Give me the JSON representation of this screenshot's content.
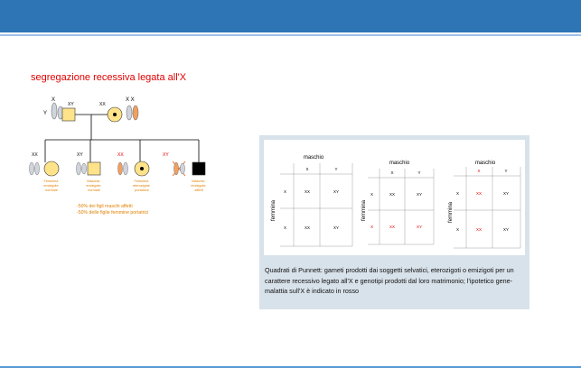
{
  "slide": {
    "title": "segregazione recessiva legata all'X",
    "pedigree": {
      "parents": [
        {
          "genotype": "XY",
          "chrom_top": "X",
          "chrom_side": "Y"
        },
        {
          "genotype": "XX",
          "chrom_top": "X X"
        }
      ],
      "children": [
        {
          "genotype": "XX",
          "label_lines": [
            "Femmina",
            "emizigote",
            "normale"
          ]
        },
        {
          "genotype": "XY",
          "label_lines": [
            "Maschio",
            "emizigote",
            "normale"
          ]
        },
        {
          "genotype": "XX",
          "label_lines": [
            "Femmina",
            "eterozigote",
            "portatrice"
          ]
        },
        {
          "genotype": "XY",
          "label_lines": [
            "Maschio",
            "emizigote",
            "affetti"
          ]
        }
      ],
      "note_lines": [
        "-50% dei figli maschi affetti",
        "-50% delle figlie femmine portatrici"
      ]
    },
    "punnett": {
      "row_axis_label": "femmina",
      "col_axis_label": "maschio",
      "squares": [
        {
          "cols": [
            "X",
            "Y"
          ],
          "rows": [
            "X",
            "X"
          ],
          "cells": [
            [
              "XX",
              "XY"
            ],
            [
              "XX",
              "XY"
            ]
          ]
        },
        {
          "cols": [
            "X",
            "Y"
          ],
          "rows": [
            "X",
            "X"
          ],
          "cells": [
            [
              "XX",
              "XY"
            ],
            [
              "XX",
              "XY"
            ]
          ]
        },
        {
          "cols": [
            "X",
            "Y"
          ],
          "rows": [
            "X",
            "X"
          ],
          "cells": [
            [
              "XX",
              "XY"
            ],
            [
              "XX",
              "XY"
            ]
          ]
        }
      ],
      "caption": "Quadrati di Punnett: gameti prodotti dai soggetti selvatici, eterozigoti o emizigoti per un carattere recessivo legato all'X e genotipi prodotti dal loro matrimonio; l'ipotetico gene-malattia sull'X è indicato in rosso"
    },
    "colors": {
      "bar": "#2e75b6",
      "title": "#e00000",
      "highlight": "#e00000",
      "fill": "#ffe38a",
      "note": "#e08000"
    }
  }
}
